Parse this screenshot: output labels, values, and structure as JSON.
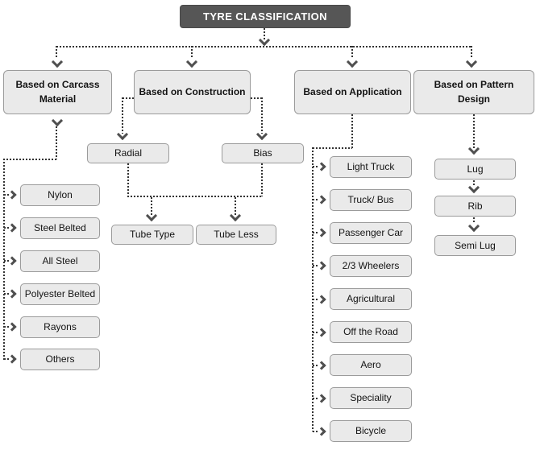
{
  "title": "TYRE CLASSIFICATION",
  "branches": {
    "carcass": {
      "label": "Based on Carcass Material",
      "items": [
        "Nylon",
        "Steel Belted",
        "All Steel",
        "Polyester Belted",
        "Rayons",
        "Others"
      ]
    },
    "construction": {
      "label": "Based on Construction",
      "types": [
        "Radial",
        "Bias"
      ],
      "subtypes": [
        "Tube Type",
        "Tube Less"
      ]
    },
    "application": {
      "label": "Based on Application",
      "items": [
        "Light Truck",
        "Truck/ Bus",
        "Passenger Car",
        "2/3 Wheelers",
        "Agricultural",
        "Off the Road",
        "Aero",
        "Speciality",
        "Bicycle"
      ]
    },
    "pattern": {
      "label": "Based on Pattern Design",
      "items": [
        "Lug",
        "Rib",
        "Semi Lug"
      ]
    }
  },
  "colors": {
    "title_bg": "#565656",
    "title_text": "#ffffff",
    "node_bg": "#eaeaea",
    "node_border": "#9b9b9b",
    "connector_line": "#333333",
    "arrow": "#4f4f4f"
  }
}
